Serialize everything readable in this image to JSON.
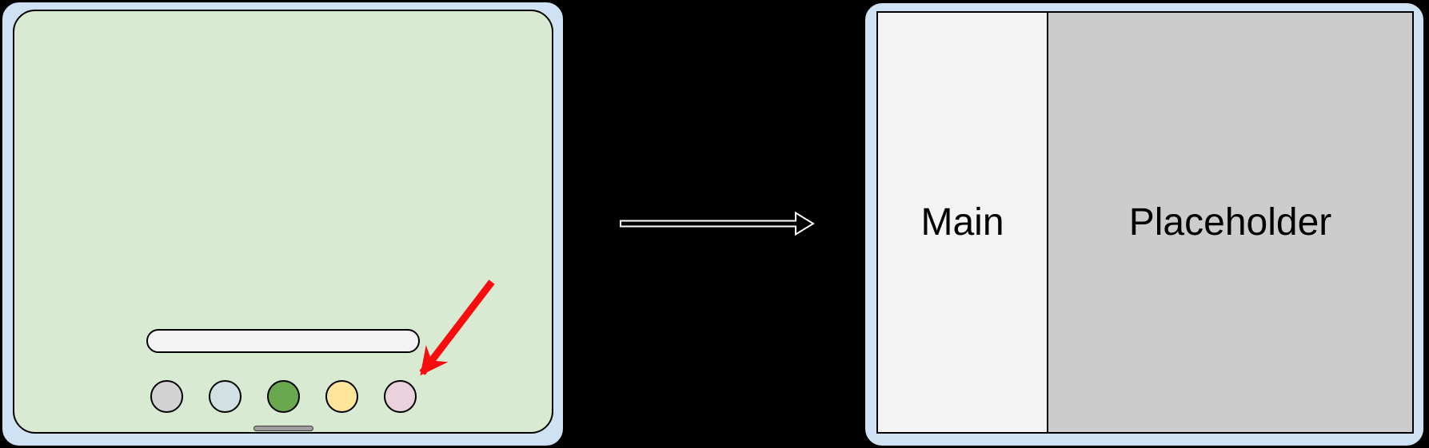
{
  "diagram": {
    "background_color": "#000000",
    "left_device": {
      "type": "tablet-home-screen",
      "frame_color": "#cfe2f3",
      "screen_color": "#d9ead3",
      "search_bar": {
        "value": "",
        "color": "#f3f3f3"
      },
      "dock_icons": [
        {
          "name": "dock-icon-gray",
          "color": "#d3d3d3"
        },
        {
          "name": "dock-icon-blue",
          "color": "#d0e0e3"
        },
        {
          "name": "dock-icon-green",
          "color": "#6aa84f"
        },
        {
          "name": "dock-icon-yellow",
          "color": "#ffe599"
        },
        {
          "name": "dock-icon-pink",
          "color": "#ead1dc"
        }
      ],
      "home_indicator_color": "#9e9e9e",
      "pointer_arrow": {
        "color": "#f70d0d",
        "points_at": "dock-icon-pink"
      }
    },
    "transition_arrow": {
      "fill": "#000000",
      "outline": "#ffffff",
      "direction": "right"
    },
    "right_device": {
      "type": "tablet-split-screen",
      "frame_color": "#cfe2f3",
      "text_color": "#000000",
      "panels": [
        {
          "label": "Main",
          "color": "#f3f3f3"
        },
        {
          "label": "Placeholder",
          "color": "#cccccc"
        }
      ]
    }
  }
}
